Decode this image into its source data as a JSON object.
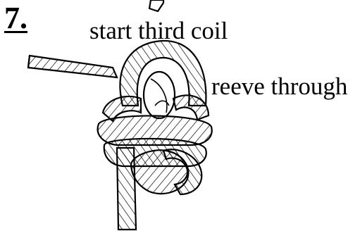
{
  "step": {
    "number": "7."
  },
  "labels": {
    "start_coil": "start third coil",
    "reeve": "reeve through"
  },
  "colors": {
    "ink": "#000000",
    "paper": "#ffffff"
  }
}
